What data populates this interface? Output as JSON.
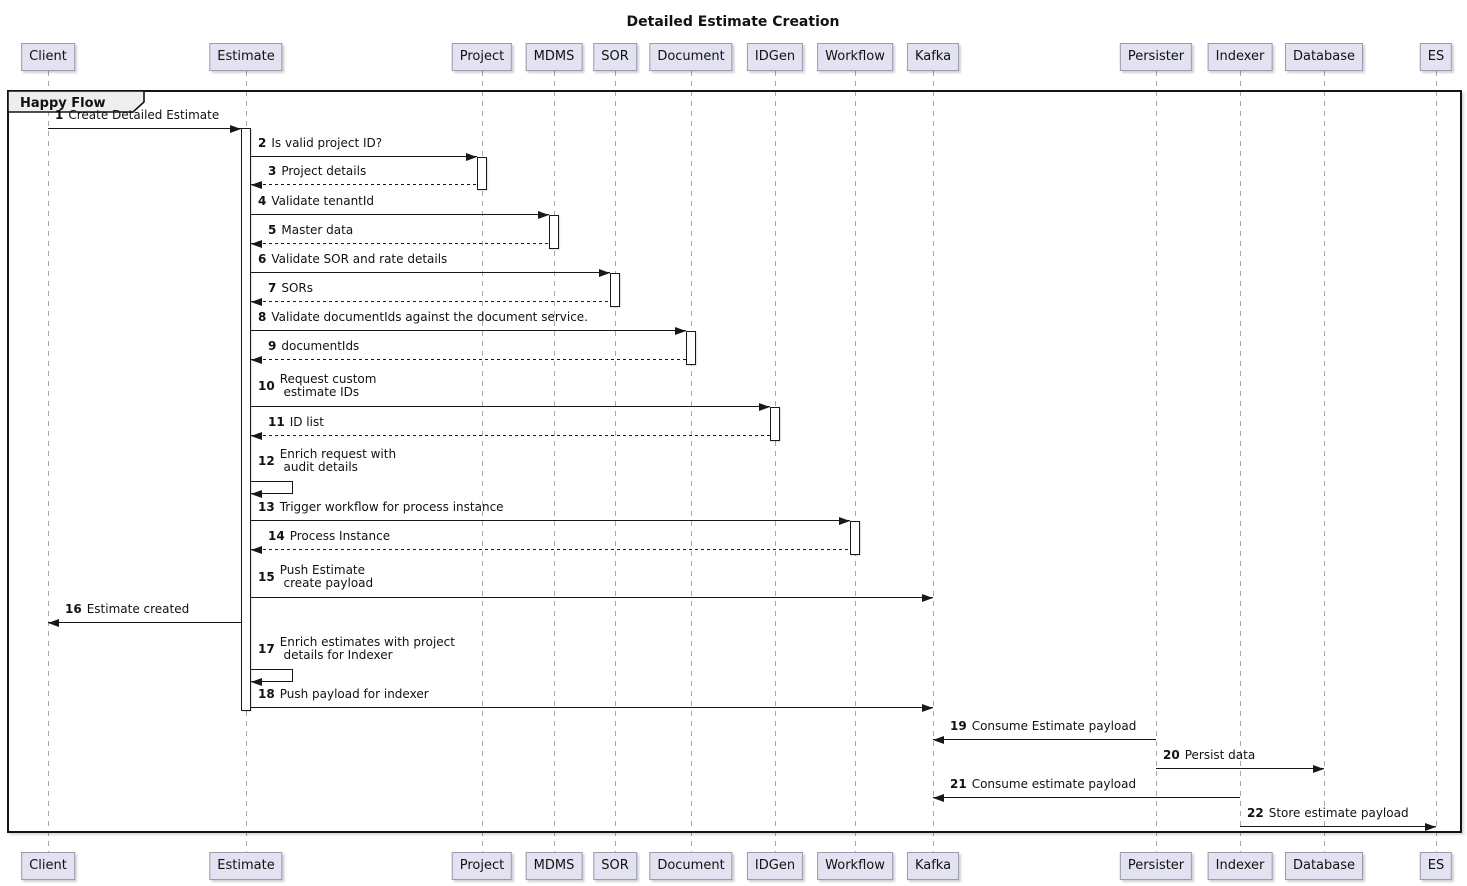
{
  "title": "Detailed Estimate Creation",
  "frame_label": "Happy Flow",
  "participants": [
    "Client",
    "Estimate",
    "Project",
    "MDMS",
    "SOR",
    "Document",
    "IDGen",
    "Workflow",
    "Kafka",
    "Persister",
    "Indexer",
    "Database",
    "ES"
  ],
  "messages": [
    {
      "num": "1",
      "lines": [
        "Create Detailed Estimate"
      ],
      "from": "Client",
      "to": "Estimate",
      "style": "solid"
    },
    {
      "num": "2",
      "lines": [
        "Is valid project ID?"
      ],
      "from": "Estimate",
      "to": "Project",
      "style": "solid"
    },
    {
      "num": "3",
      "lines": [
        "Project details"
      ],
      "from": "Project",
      "to": "Estimate",
      "style": "dashed"
    },
    {
      "num": "4",
      "lines": [
        "Validate tenantId"
      ],
      "from": "Estimate",
      "to": "MDMS",
      "style": "solid"
    },
    {
      "num": "5",
      "lines": [
        "Master data"
      ],
      "from": "MDMS",
      "to": "Estimate",
      "style": "dashed"
    },
    {
      "num": "6",
      "lines": [
        "Validate SOR and rate details"
      ],
      "from": "Estimate",
      "to": "SOR",
      "style": "solid"
    },
    {
      "num": "7",
      "lines": [
        "SORs"
      ],
      "from": "SOR",
      "to": "Estimate",
      "style": "dashed"
    },
    {
      "num": "8",
      "lines": [
        "Validate documentIds against the document service."
      ],
      "from": "Estimate",
      "to": "Document",
      "style": "solid"
    },
    {
      "num": "9",
      "lines": [
        "documentIds"
      ],
      "from": "Document",
      "to": "Estimate",
      "style": "dashed"
    },
    {
      "num": "10",
      "lines": [
        "Request custom",
        " estimate IDs"
      ],
      "from": "Estimate",
      "to": "IDGen",
      "style": "solid"
    },
    {
      "num": "11",
      "lines": [
        "ID list"
      ],
      "from": "IDGen",
      "to": "Estimate",
      "style": "dashed"
    },
    {
      "num": "12",
      "lines": [
        "Enrich request with",
        " audit details"
      ],
      "from": "Estimate",
      "to": "Estimate",
      "style": "self"
    },
    {
      "num": "13",
      "lines": [
        "Trigger workflow for process instance"
      ],
      "from": "Estimate",
      "to": "Workflow",
      "style": "solid"
    },
    {
      "num": "14",
      "lines": [
        "Process Instance"
      ],
      "from": "Workflow",
      "to": "Estimate",
      "style": "dashed"
    },
    {
      "num": "15",
      "lines": [
        "Push Estimate",
        " create payload"
      ],
      "from": "Estimate",
      "to": "Kafka",
      "style": "solid"
    },
    {
      "num": "16",
      "lines": [
        "Estimate created"
      ],
      "from": "Estimate",
      "to": "Client",
      "style": "solid"
    },
    {
      "num": "17",
      "lines": [
        "Enrich estimates with project",
        " details for Indexer"
      ],
      "from": "Estimate",
      "to": "Estimate",
      "style": "self"
    },
    {
      "num": "18",
      "lines": [
        "Push payload for indexer"
      ],
      "from": "Estimate",
      "to": "Kafka",
      "style": "solid"
    },
    {
      "num": "19",
      "lines": [
        "Consume Estimate payload"
      ],
      "from": "Persister",
      "to": "Kafka",
      "style": "solid"
    },
    {
      "num": "20",
      "lines": [
        "Persist data"
      ],
      "from": "Persister",
      "to": "Database",
      "style": "solid"
    },
    {
      "num": "21",
      "lines": [
        "Consume estimate payload"
      ],
      "from": "Indexer",
      "to": "Kafka",
      "style": "solid"
    },
    {
      "num": "22",
      "lines": [
        "Store estimate payload"
      ],
      "from": "Indexer",
      "to": "ES",
      "style": "solid"
    }
  ],
  "colors": {
    "participant_fill": "#E2E2F0",
    "participant_border": "#9A9AB0",
    "line": "#181818",
    "lifeline": "#A8A8A8",
    "frame_border": "#141414",
    "frame_label_fill": "#EEEEEE",
    "activation_fill": "#FFFFFF"
  }
}
